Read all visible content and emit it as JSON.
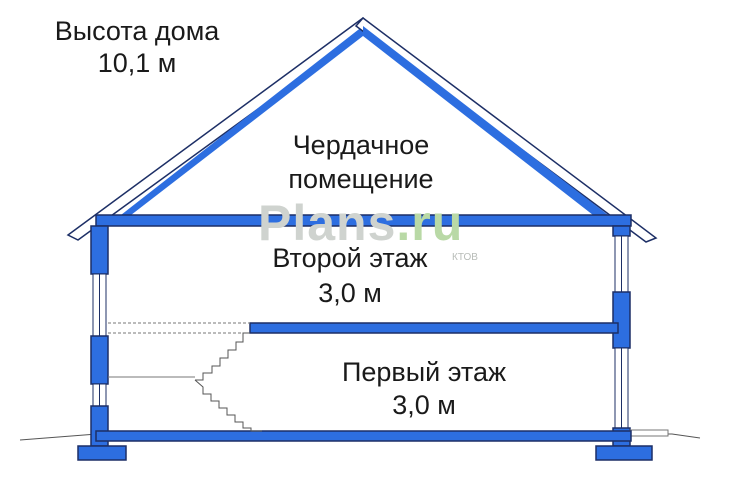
{
  "house_height": {
    "title": "Высота дома",
    "value": "10,1 м"
  },
  "attic": {
    "line1": "Чердачное",
    "line2": "помещение"
  },
  "second_floor": {
    "name": "Второй этаж",
    "height": "3,0 м"
  },
  "first_floor": {
    "name": "Первый этаж",
    "height": "3,0 м"
  },
  "watermark": {
    "part1": "Plans",
    "part2": ".ru",
    "tagline": "КТОВ"
  },
  "colors": {
    "structure": "#2d6ee0",
    "outline": "#1d2f66",
    "watermark_gray": "#cfd3cf",
    "watermark_green": "#b9d9a6"
  }
}
